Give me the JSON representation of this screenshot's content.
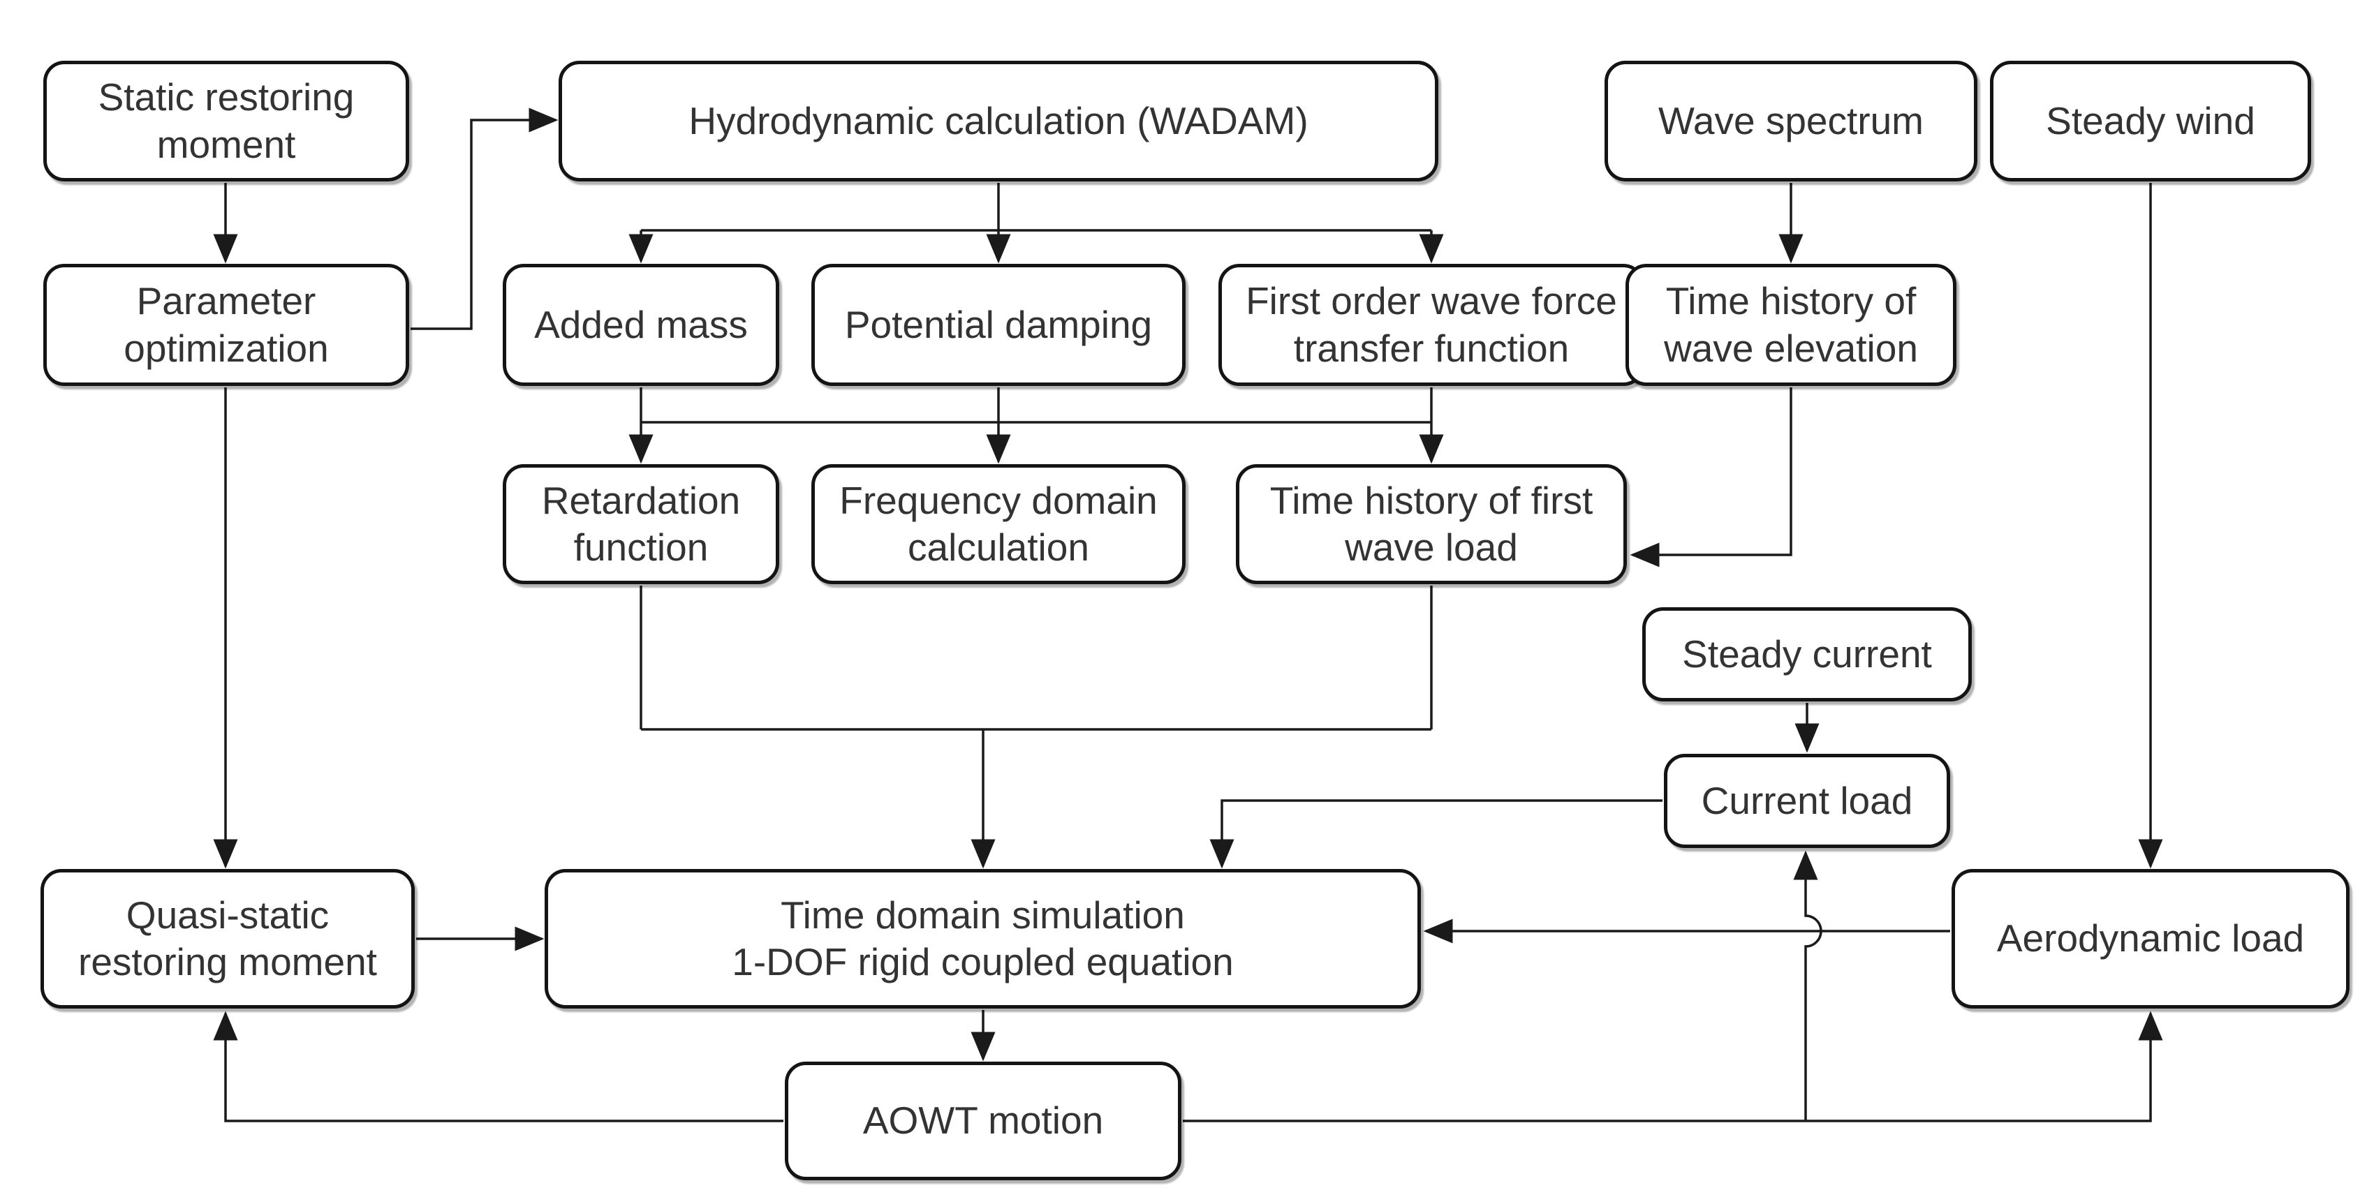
{
  "colors": {
    "background": "#ffffff",
    "box_fill": "#ffffff",
    "box_border": "#141414",
    "connector": "#1a1a1a",
    "text": "#333333"
  },
  "nodes": {
    "static_restoring_moment": {
      "label": "Static restoring\nmoment"
    },
    "hydrodynamic_calculation": {
      "label": "Hydrodynamic calculation (WADAM)"
    },
    "wave_spectrum": {
      "label": "Wave spectrum"
    },
    "steady_wind": {
      "label": "Steady wind"
    },
    "parameter_optimization": {
      "label": "Parameter\noptimization"
    },
    "added_mass": {
      "label": "Added mass"
    },
    "potential_damping": {
      "label": "Potential damping"
    },
    "first_order_wave_force": {
      "label": "First order wave force\ntransfer function"
    },
    "time_history_wave_elevation": {
      "label": "Time history of\nwave elevation"
    },
    "retardation_function": {
      "label": "Retardation\nfunction"
    },
    "frequency_domain_calculation": {
      "label": "Frequency domain\ncalculation"
    },
    "time_history_first_wave_load": {
      "label": "Time history of first\nwave load"
    },
    "steady_current": {
      "label": "Steady current"
    },
    "current_load": {
      "label": "Current load"
    },
    "quasi_static_restoring_moment": {
      "label": "Quasi-static\nrestoring moment"
    },
    "time_domain_simulation": {
      "label": "Time domain simulation\n1-DOF rigid coupled equation"
    },
    "aerodynamic_load": {
      "label": "Aerodynamic load"
    },
    "aowt_motion": {
      "label": "AOWT motion"
    }
  }
}
